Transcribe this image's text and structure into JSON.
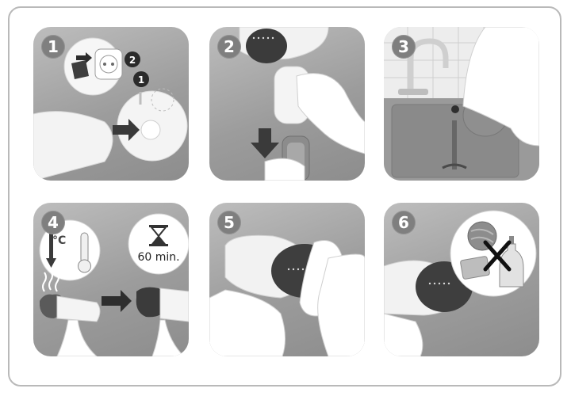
{
  "steps": [
    {
      "number": "1"
    },
    {
      "number": "2"
    },
    {
      "number": "3"
    },
    {
      "number": "4"
    },
    {
      "number": "5"
    },
    {
      "number": "6"
    }
  ],
  "step1": {
    "callout_primary": "1",
    "callout_secondary": "2"
  },
  "step4": {
    "temperature_label": "°C",
    "timer_label": "60 min."
  },
  "icons": [
    "unplug-icon",
    "button-release-icon",
    "remove-tank-icon",
    "rinse-tank-icon",
    "cool-down-icon",
    "hourglass-icon",
    "wipe-icon",
    "no-abrasives-icon"
  ],
  "colors": {
    "panel_background": "#a3a3a3",
    "badge_background": "#7f7f7f",
    "device_dark": "#3b3b3b",
    "device_light": "#f2f2f2",
    "prohibition_mark": "#111111",
    "frame_border": "#b9b9b9"
  }
}
